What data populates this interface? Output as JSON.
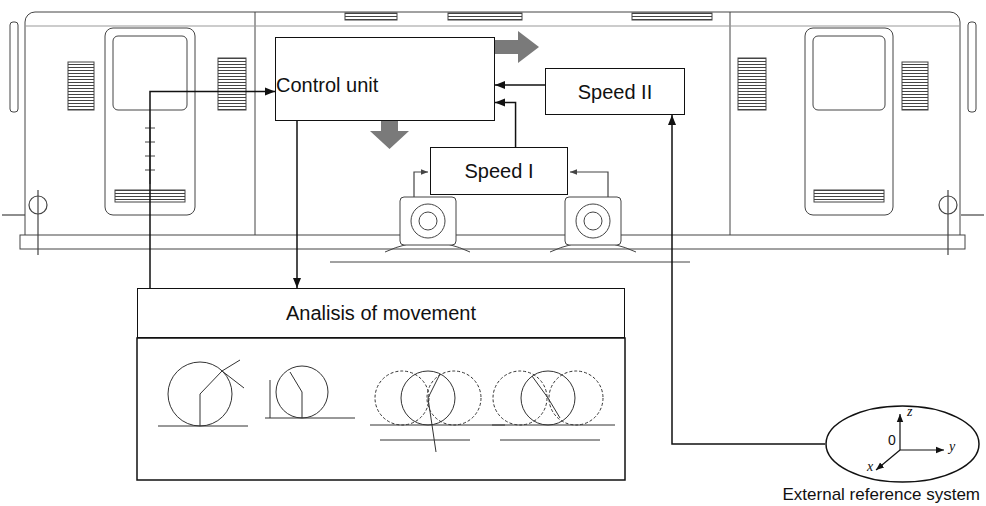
{
  "diagram": {
    "nodes": [
      {
        "text": [
          "Control unit"
        ]
      },
      {
        "text": [
          "Speed II"
        ]
      },
      {
        "text": [
          "Speed I"
        ]
      },
      {
        "text": [
          "Analisis of movement"
        ]
      },
      {
        "text": [
          "z",
          "y",
          "0",
          "x",
          "External reference system"
        ]
      }
    ],
    "edges": [
      {
        "from": 1,
        "to": 0,
        "arrow": "to"
      },
      {
        "from": 2,
        "to": 0,
        "arrow": "to"
      },
      {
        "from": 3,
        "to": 0,
        "arrow": "to"
      },
      {
        "from": 0,
        "to": 3,
        "arrow": "to"
      },
      {
        "from": 4,
        "to": 1,
        "arrow": "to"
      }
    ]
  }
}
